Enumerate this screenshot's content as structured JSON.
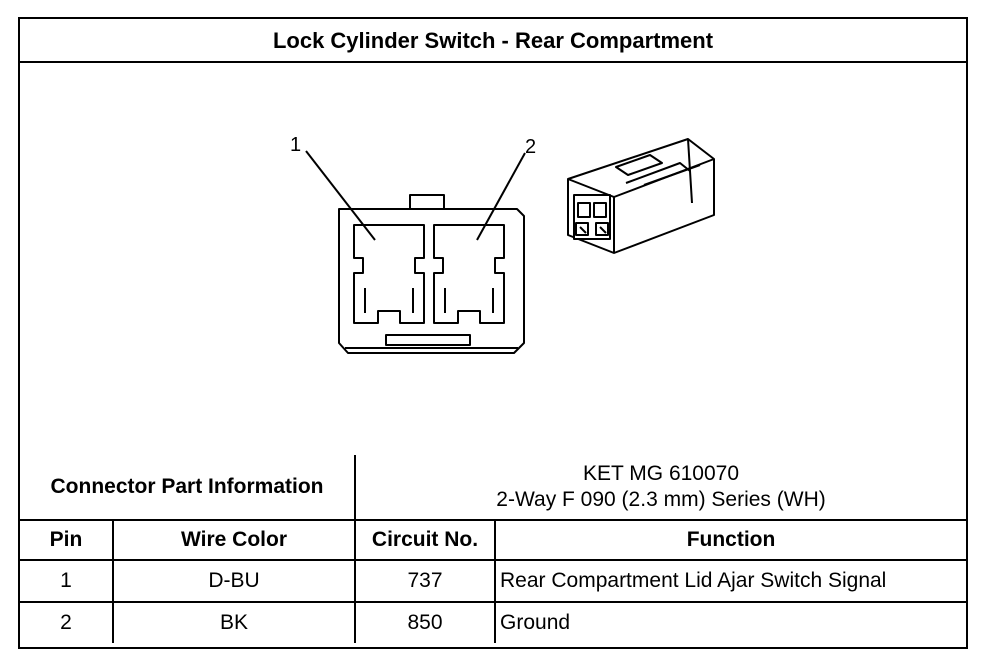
{
  "title": "Lock Cylinder Switch - Rear Compartment",
  "figure": {
    "callouts": [
      "1",
      "2"
    ]
  },
  "connector_info": {
    "label": "Connector Part Information",
    "part_line1": "KET MG 610070",
    "part_line2": "2-Way F 090 (2.3 mm) Series (WH)"
  },
  "pin_table": {
    "headers": [
      "Pin",
      "Wire Color",
      "Circuit No.",
      "Function"
    ],
    "rows": [
      {
        "pin": "1",
        "wire_color": "D-BU",
        "circuit": "737",
        "function": "Rear Compartment Lid Ajar Switch Signal"
      },
      {
        "pin": "2",
        "wire_color": "BK",
        "circuit": "850",
        "function": "Ground"
      }
    ]
  }
}
